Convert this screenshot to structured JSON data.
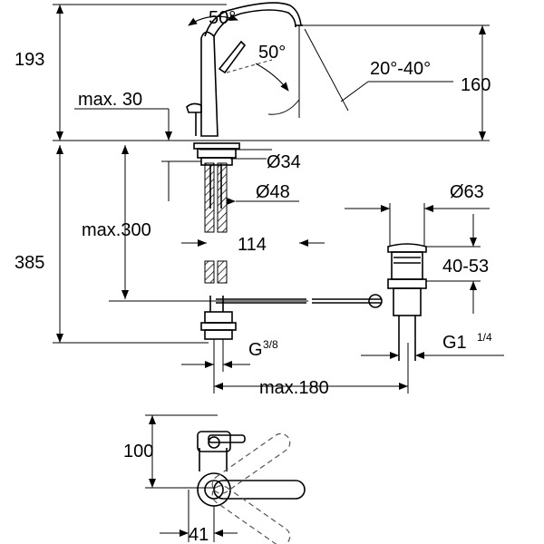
{
  "labels": {
    "h_193": "193",
    "angle_top": "50°",
    "angle_side": "50°",
    "angle_range": "20°-40°",
    "h_160": "160",
    "max30": "max. 30",
    "d34": "Ø34",
    "d48": "Ø48",
    "d63": "Ø63",
    "max300": "max.300",
    "w114": "114",
    "h385": "385",
    "r40_53": "40-53",
    "g38_main": "G",
    "g38_frac": "3/8",
    "g114_main": "G1",
    "g114_frac": "1/4",
    "max180": "max.180",
    "h100": "100",
    "w41": "41"
  }
}
